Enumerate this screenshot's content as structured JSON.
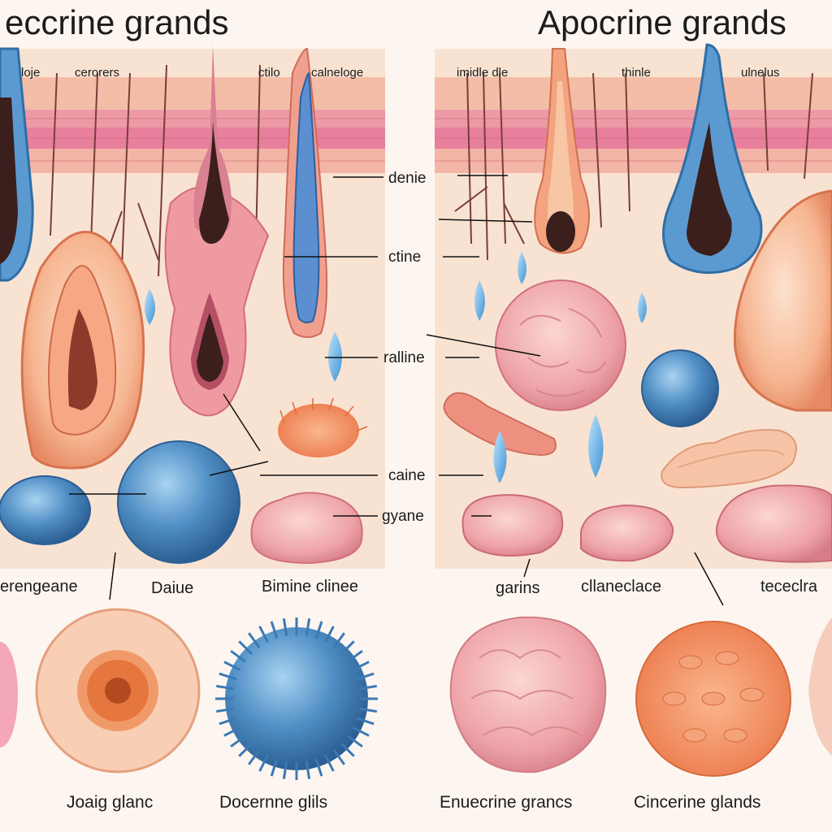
{
  "titles": {
    "left": "eccrine grands",
    "right": "Apocrine grands"
  },
  "top_labels": {
    "loje": "loje",
    "cerorers": "cerorers",
    "ctilo": "ctilo",
    "calneloge": "calneloge",
    "imidle_dle": "imidle dle",
    "thinle": "thinle",
    "ulnelus": "ulnelus"
  },
  "center_labels": {
    "denie": "denie",
    "ctine": "ctine",
    "ralline": "ralline",
    "caine": "caine",
    "gyane": "gyane"
  },
  "mid_labels": {
    "erengeane": "erengeane",
    "daiue": "Daiue",
    "bimine_clinee": "Bimine clinee",
    "garins": "garins",
    "cllaneclace": "cllaneclace",
    "tececlra": "tececlra"
  },
  "bottom_labels": {
    "joaig_glanc": "Joaig glanc",
    "docernne_glils": "Docernne glils",
    "enuecrine_grancs": "Enuecrine grancs",
    "cincerine_glands": "Cincerine glands"
  },
  "colors": {
    "skin_pink": "#e87f9c",
    "tissue_peach": "#f3c3a8",
    "gland_orange": "#ee8f6a",
    "gland_blue": "#4f8ec4",
    "drop_blue": "#63b3e6",
    "hair_dark": "#3a1f1c"
  }
}
